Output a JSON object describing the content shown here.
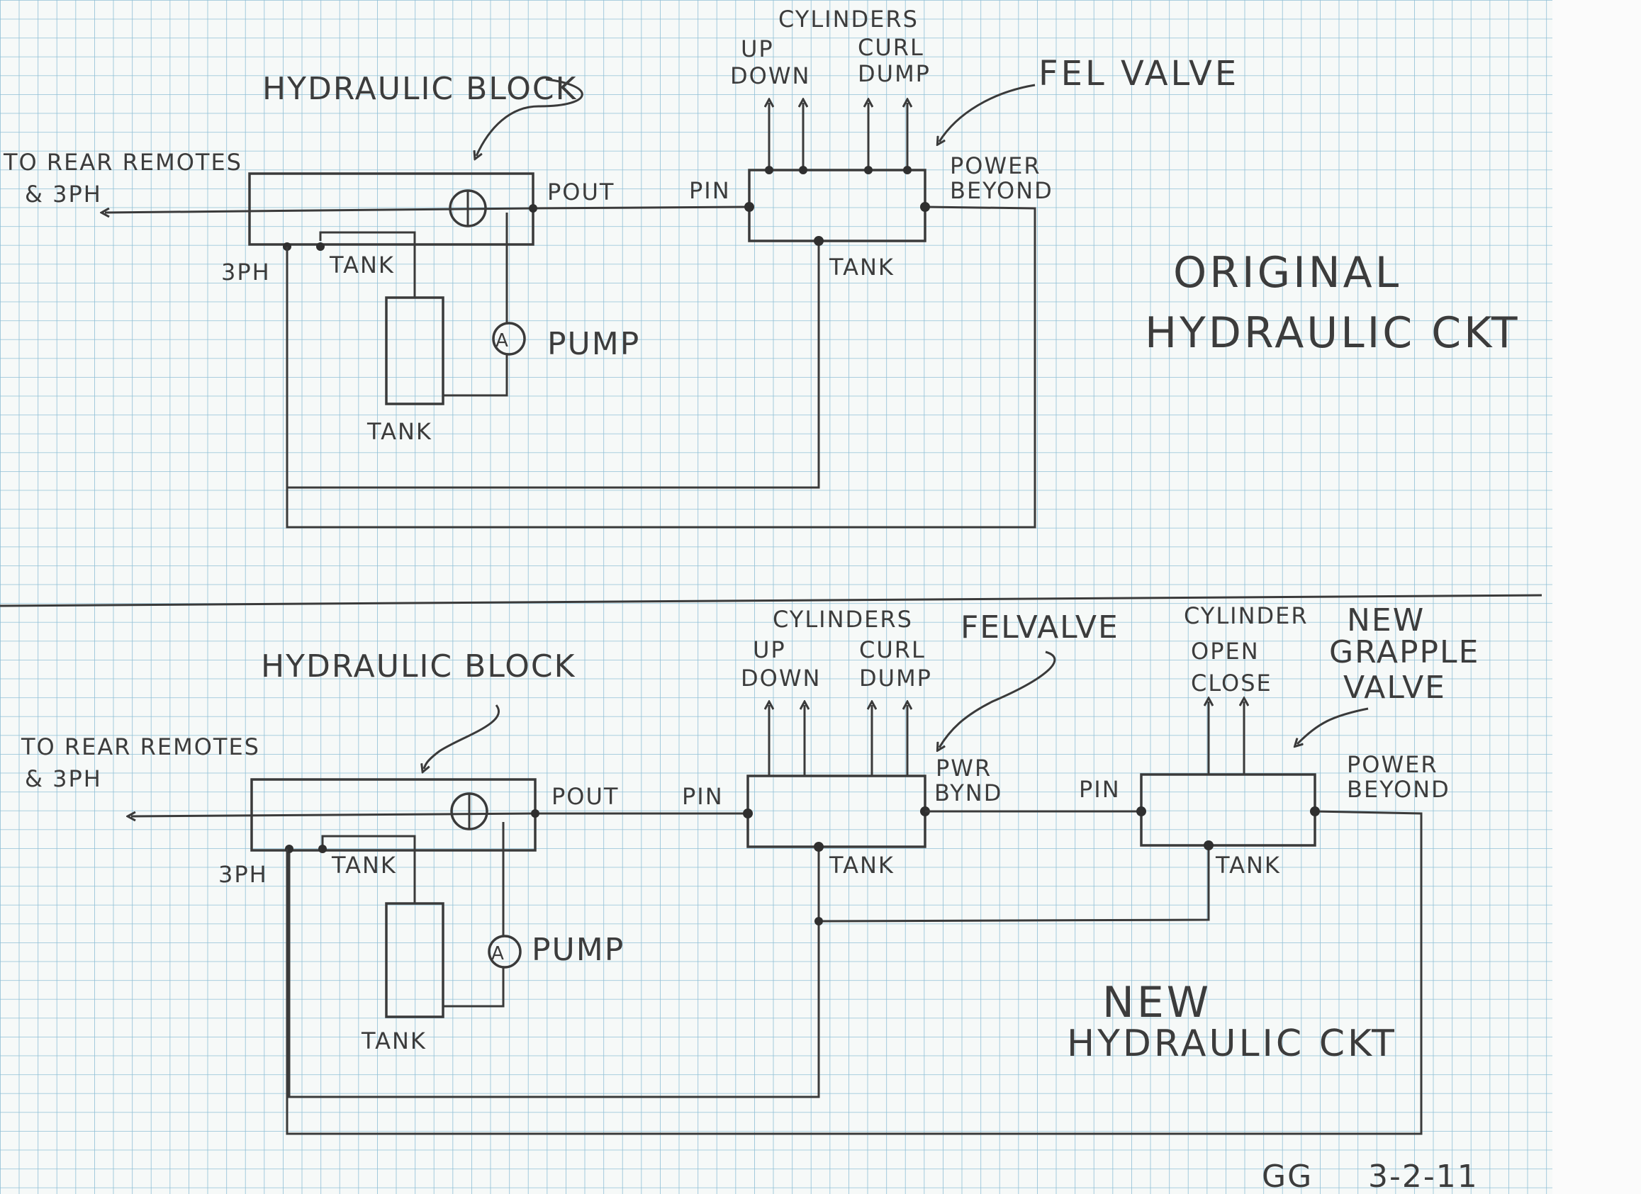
{
  "original": {
    "hydraulic_block": "HYDRAULIC BLOCK",
    "to_rear_line1": "TO REAR REMOTES",
    "to_rear_line2": "& 3PH",
    "three_ph": "3PH",
    "tank_port": "TANK",
    "tank": "TANK",
    "pump": "PUMP",
    "pump_symbol": "A",
    "pout": "POUT",
    "pin": "PIN",
    "cylinders": "CYLINDERS",
    "up": "UP",
    "down": "DOWN",
    "curl": "CURL",
    "dump": "DUMP",
    "fel_valve": "FEL VALVE",
    "power": "POWER",
    "beyond": "BEYOND",
    "fel_tank": "TANK",
    "title_line1": "ORIGINAL",
    "title_line2": "HYDRAULIC CKT"
  },
  "new": {
    "hydraulic_block": "HYDRAULIC BLOCK",
    "to_rear_line1": "TO REAR REMOTES",
    "to_rear_line2": "& 3PH",
    "three_ph": "3PH",
    "tank_port": "TANK",
    "tank": "TANK",
    "pump": "PUMP",
    "pump_symbol": "A",
    "pout": "POUT",
    "pin": "PIN",
    "cylinders": "CYLINDERS",
    "up": "UP",
    "down": "DOWN",
    "curl": "CURL",
    "dump": "DUMP",
    "fel_valve": "FELVALVE",
    "pwr": "PWR",
    "bynd": "BYND",
    "fel_tank": "TANK",
    "grapple_cylinder": "CYLINDER",
    "open": "OPEN",
    "close": "CLOSE",
    "grapple_line1": "NEW",
    "grapple_line2": "GRAPPLE",
    "grapple_line3": "VALVE",
    "grapple_pin": "PIN",
    "power": "POWER",
    "beyond": "BEYOND",
    "grapple_tank": "TANK",
    "title_line1": "NEW",
    "title_line2": "HYDRAULIC CKT"
  },
  "signature": {
    "initials": "GG",
    "date": "3-2-11"
  },
  "colors": {
    "paper": "#f6f9f8",
    "grid": "#8fbfd6",
    "ink": "#3a3a3a"
  }
}
